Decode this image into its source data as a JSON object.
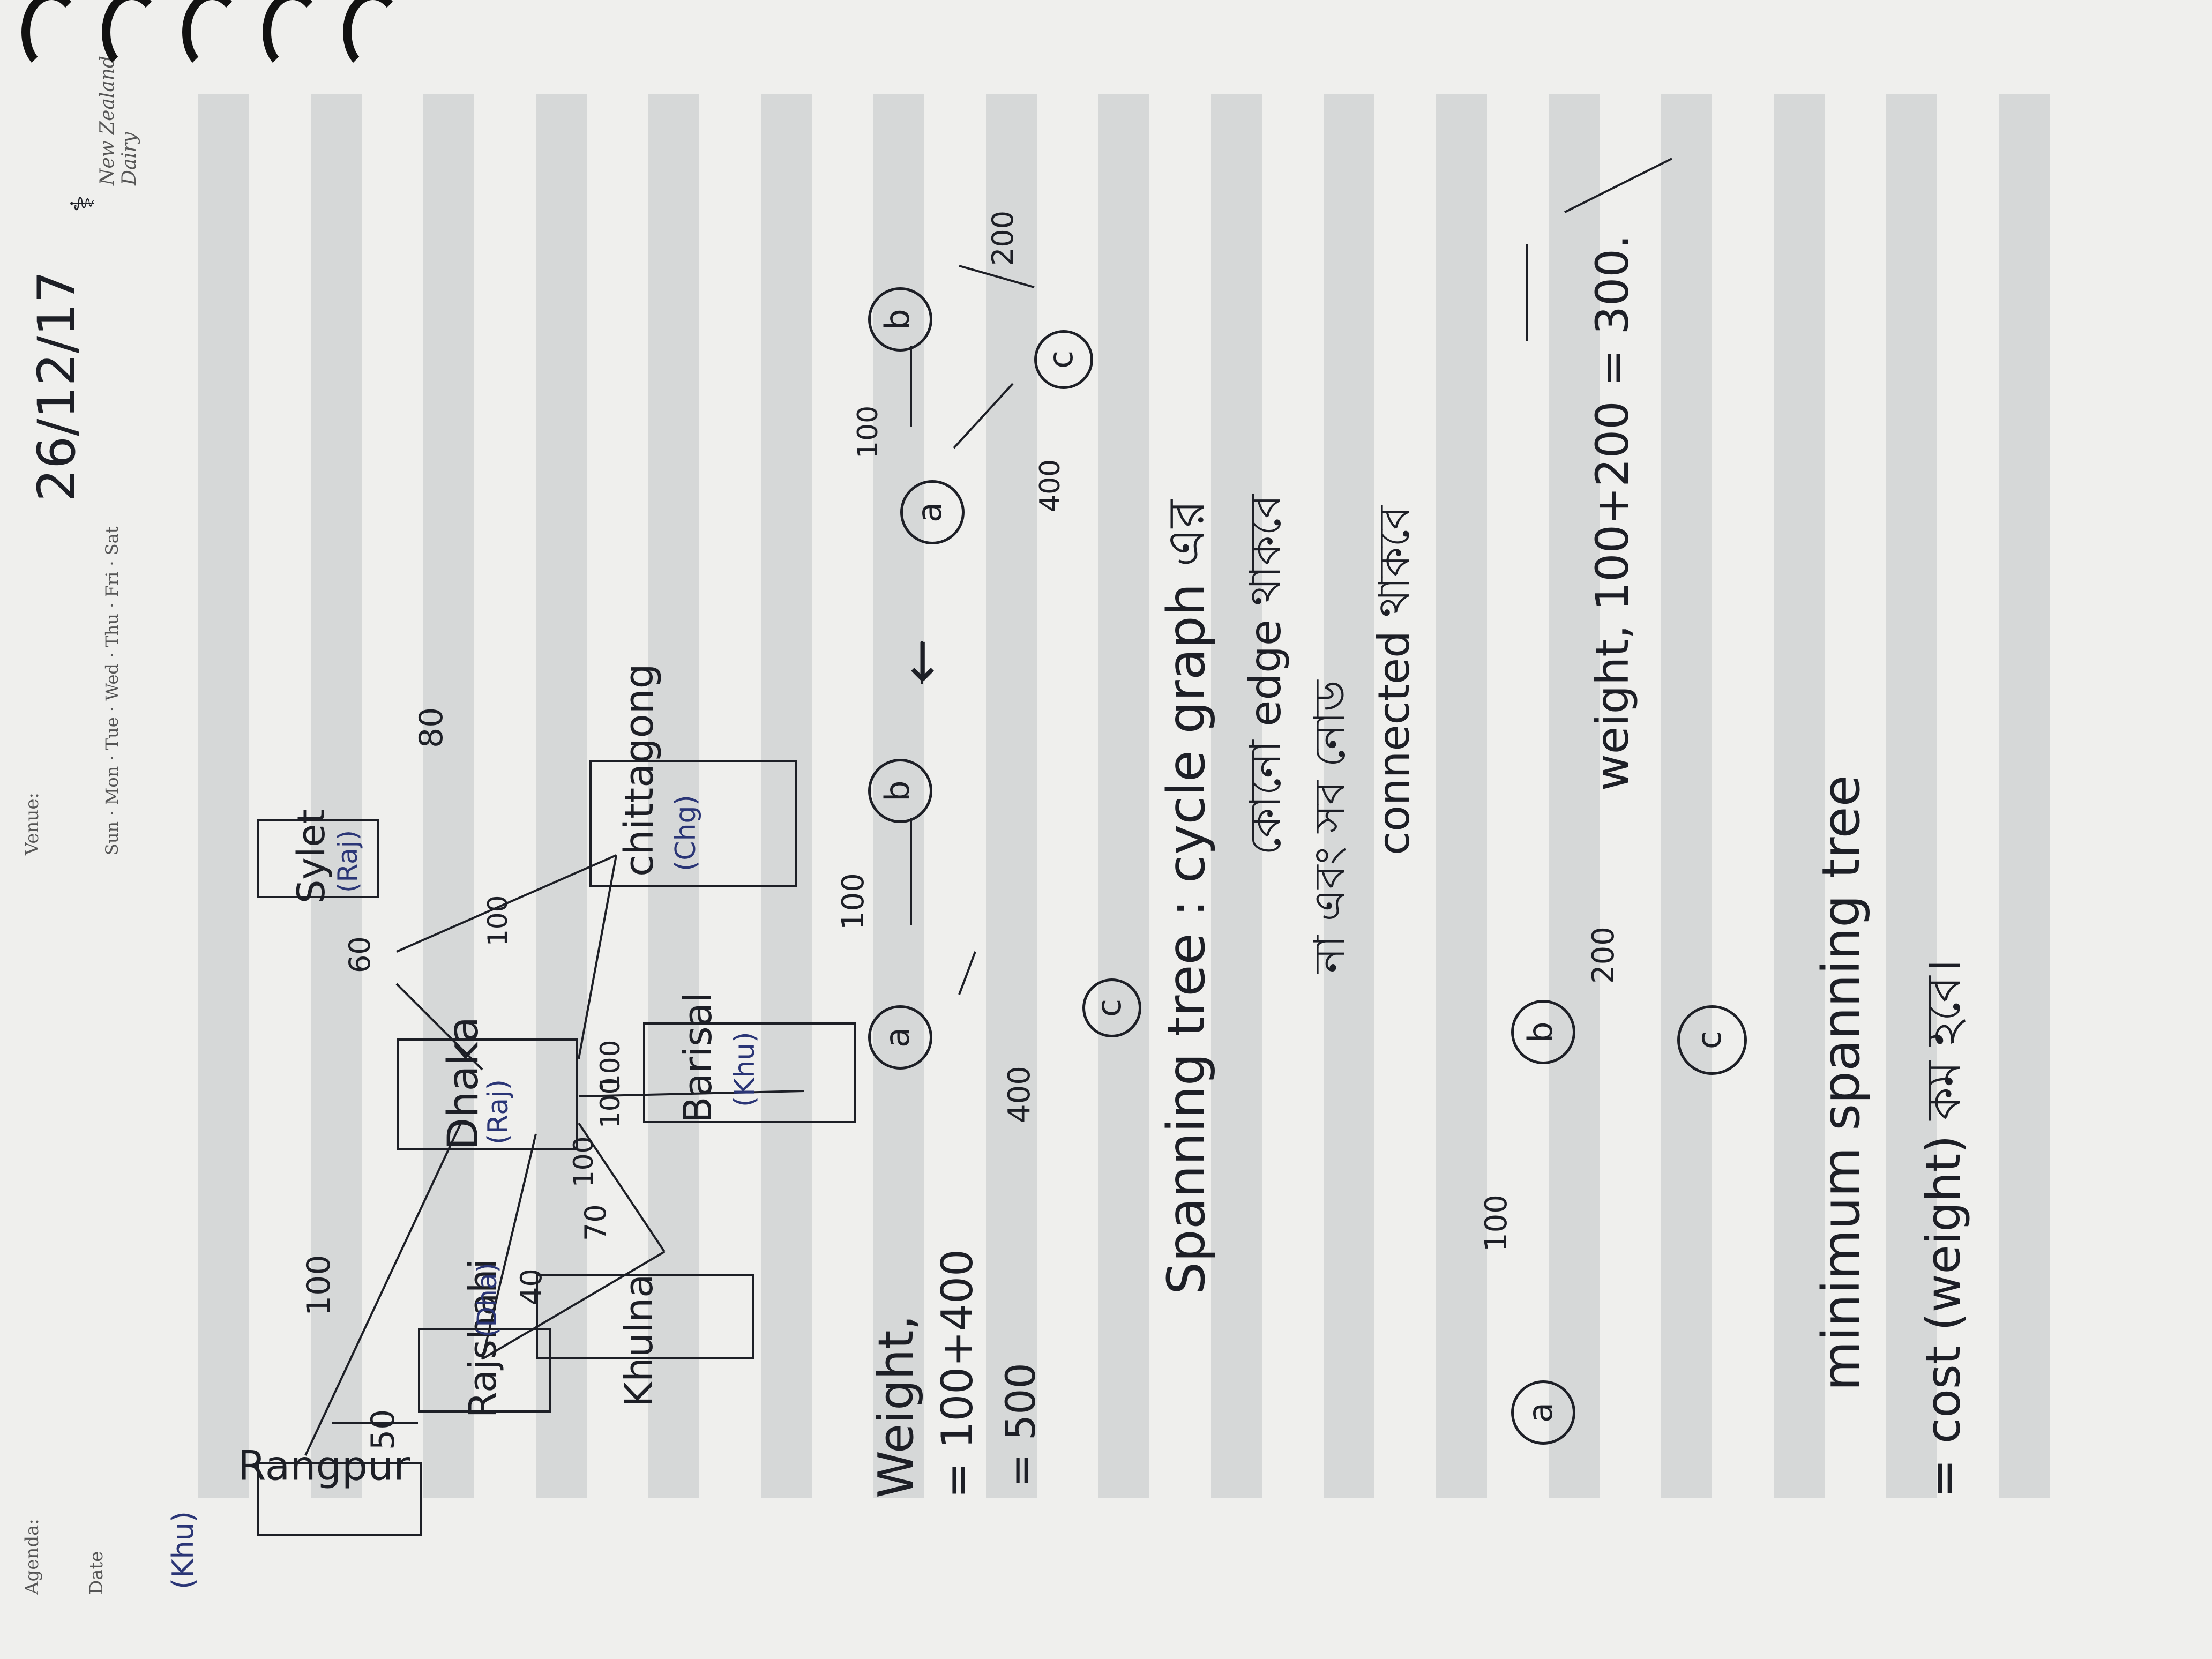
{
  "header": {
    "agenda_label": "Agenda:",
    "venue_label": "Venue:",
    "date_label": "Date",
    "days": "Sun · Mon · Tue · Wed · Thu · Fri · Sat",
    "date_value": "26/12/17",
    "brand": "New Zealand Dairy"
  },
  "graph": {
    "nodes": {
      "rangpur": "Rangpur",
      "rangpur_tag": "(Khu)",
      "rajshahi": "Rajshahi",
      "rajshahi_tag": "(Dha)",
      "dhaka": "Dhaka",
      "dhaka_tag": "(Raj)",
      "sylet": "Sylet",
      "sylet_tag": "(Raj)",
      "khulna": "Khulna",
      "barisal": "Barisal",
      "barisal_tag": "(Khu)",
      "chittagong": "chittagong",
      "chittagong_tag": "(Chg)"
    },
    "weights": {
      "rangpur_dhaka": "100",
      "rangpur_rajshahi": "50",
      "rajshahi_dhaka": "40",
      "rajshahi_khulna": "70",
      "khulna_dhaka": "100",
      "khulna_dhaka_alt": "100",
      "dhaka_barisal": "100",
      "dhaka_sylet": "60",
      "sylet_chittagong": "80",
      "dhaka_chittagong": "100"
    }
  },
  "example1": {
    "weight_label": "Weight,",
    "sum": "= 100+400",
    "result": "= 500",
    "node_a": "a",
    "node_b": "b",
    "node_c": "c",
    "w_ab": "100",
    "w_ac": "400"
  },
  "example2": {
    "node_a": "a",
    "node_b": "b",
    "node_c": "c",
    "w_ab": "100",
    "w_bc": "200",
    "w_ac": "400"
  },
  "definition": {
    "line1": "Spanning tree : cycle graph এর",
    "line2": "কোনো edge থাকবে",
    "line3": "না এবং সব নোড",
    "line4": "connected থাকবে"
  },
  "example3": {
    "node_a": "a",
    "node_b": "b",
    "node_c": "c",
    "w_ab": "100",
    "w_bc": "200",
    "weight_text": "weight, 100+200 = 300."
  },
  "mst": {
    "line1": "minimum spanning tree",
    "line2": "= cost (weight) কম হবে।"
  }
}
